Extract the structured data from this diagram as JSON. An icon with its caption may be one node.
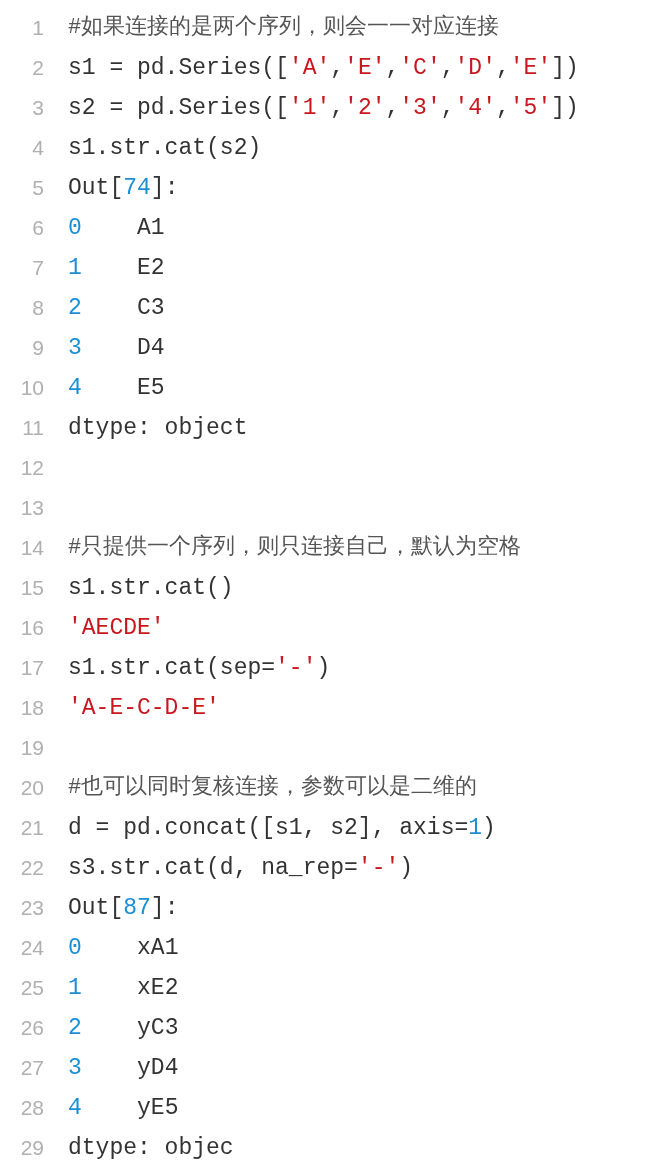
{
  "diagram": {
    "labels": [
      "1",
      "#如果连接的是两个序列，则会一一对应连接",
      "2",
      "s1 = pd.Series(['A','E','C','D','E'])",
      "3",
      "s2 = pd.Series(['1','2','3','4','5'])",
      "4",
      "s1.str.cat(s2)",
      "5",
      "Out[74]:",
      "6",
      "0    A1",
      "7",
      "1    E2",
      "8",
      "2    C3",
      "9",
      "3    D4",
      "10",
      "4    E5",
      "11",
      "dtype: object",
      "12",
      "13",
      "14",
      "#只提供一个序列，则只连接自己，默认为空格",
      "15",
      "s1.str.cat()",
      "16",
      "'AECDE'",
      "17",
      "s1.str.cat(sep='-')",
      "18",
      "'A-E-C-D-E'",
      "19",
      "20",
      "#也可以同时复核连接，参数可以是二维的",
      "21",
      "d = pd.concat([s1, s2], axis=1)",
      "22",
      "s3.str.cat(d, na_rep='-')",
      "23",
      "Out[87]:",
      "24",
      "0    xA1",
      "25",
      "1    xE2",
      "26",
      "2    yC3",
      "27",
      "3    yD4",
      "28",
      "4    yE5",
      "29",
      "dtype: objec"
    ]
  }
}
